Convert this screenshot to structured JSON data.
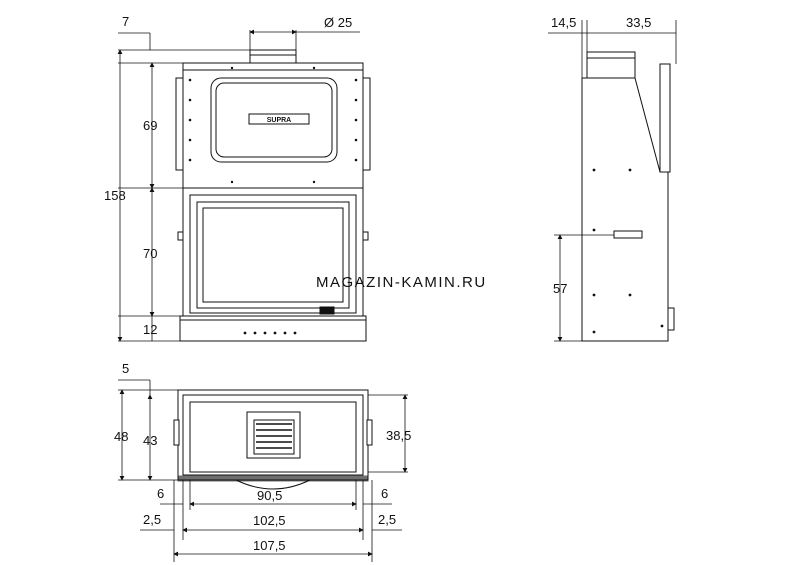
{
  "watermark": "MAGAZIN-KAMIN.RU",
  "logo_text": "SUPRA",
  "front_view": {
    "offset_top": "7",
    "flue_diameter": "Ø 25",
    "total_height": "158",
    "hood_height": "69",
    "door_height": "70",
    "base_height": "12"
  },
  "side_view": {
    "offset": "14,5",
    "depth_top": "33,5",
    "outlet_height": "57"
  },
  "top_view": {
    "offset": "5",
    "total_depth": "48",
    "body_depth": "43",
    "inner_depth": "38,5",
    "left_gap": "6",
    "right_gap": "6",
    "inner_width": "90,5",
    "left_margin": "2,5",
    "right_margin": "2,5",
    "body_width": "102,5",
    "total_width": "107,5"
  }
}
